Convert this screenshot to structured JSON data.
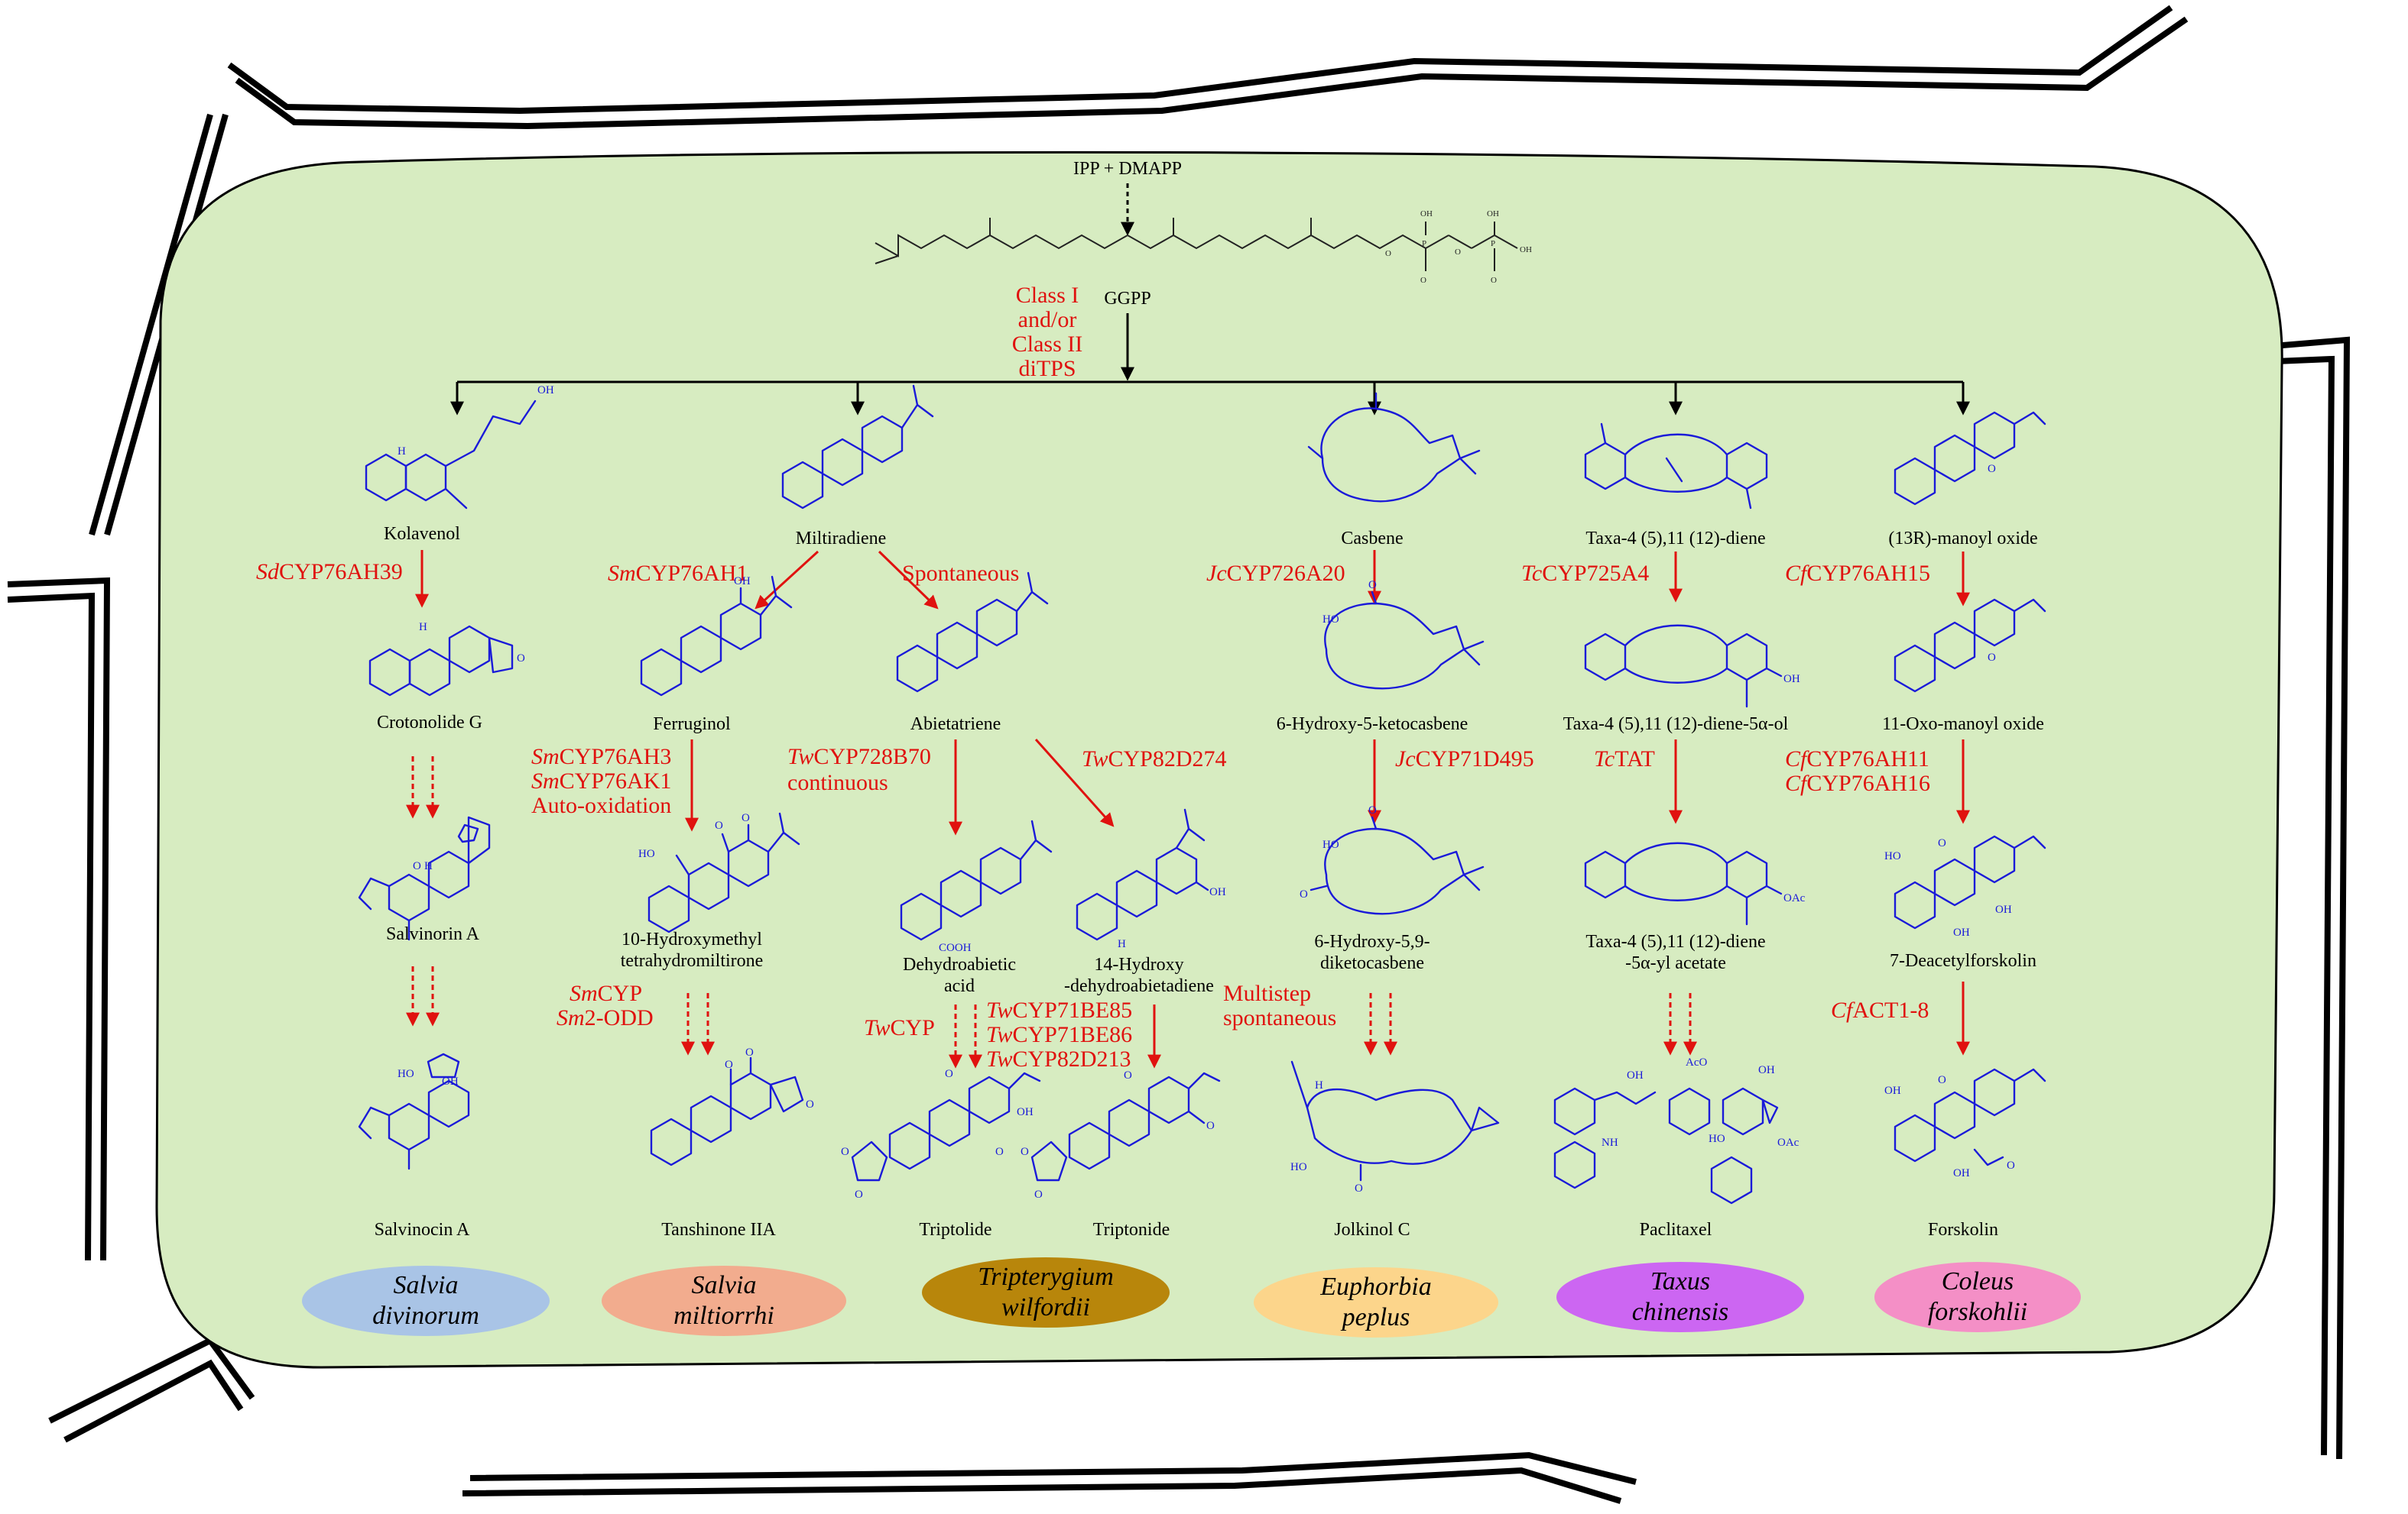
{
  "precursor": {
    "top_label": "IPP + DMAPP",
    "ggpp_label": "GGPP",
    "ggpp_atoms": [
      "O",
      "OH",
      "P",
      "O",
      "OH",
      "P",
      "OH",
      "O",
      "O"
    ],
    "enzyme_class": [
      "Class I",
      "and/or",
      "Class II",
      "diTPS"
    ]
  },
  "atoms": {
    "oh": "OH",
    "o": "O",
    "h": "H",
    "ho": "HO",
    "oac": "OAc",
    "aco": "AcO",
    "nh": "NH",
    "cooh": "COOH"
  },
  "species": [
    {
      "line1": "Salvia",
      "line2": "divinorum",
      "color": "#a9c4e6"
    },
    {
      "line1": "Salvia",
      "line2": "miltiorrhi",
      "color": "#f2ac8e"
    },
    {
      "line1": "Tripterygium",
      "line2": "wilfordii",
      "color": "#b8860b"
    },
    {
      "line1": "Euphorbia",
      "line2": "peplus",
      "color": "#fcd58b"
    },
    {
      "line1": "Taxus",
      "line2": "chinensis",
      "color": "#cc66f2"
    },
    {
      "line1": "Coleus",
      "line2": "forskohlii",
      "color": "#f48fc6"
    }
  ],
  "compounds": {
    "kolavenol": "Kolavenol",
    "crotonolide": "Crotonolide G",
    "salvinorin_a": "Salvinorin  A",
    "salvinocin_a": "Salvinocin A",
    "miltiradiene": "Miltiradiene",
    "ferruginol": "Ferruginol",
    "hydroxymethyl_1": "10-Hydroxymethyl",
    "hydroxymethyl_2": "tetrahydromiltirone",
    "tanshinone": "Tanshinone IIA",
    "abietatriene": "Abietatriene",
    "dehydroabietic_1": "Dehydroabietic",
    "dehydroabietic_2": "acid",
    "hydroxy_dehydro_1": "14-Hydroxy",
    "hydroxy_dehydro_2": "-dehydroabietadiene",
    "triptolide": "Triptolide",
    "triptonide": "Triptonide",
    "casbene": "Casbene",
    "hydroxy_ketocasbene": "6-Hydroxy-5-ketocasbene",
    "diketocasbene_1": "6-Hydroxy-5,9-",
    "diketocasbene_2": "diketocasbene",
    "jolkinol": "Jolkinol C",
    "taxadiene": "Taxa-4 (5),11 (12)-diene",
    "taxadienol": "Taxa-4 (5),11 (12)-diene-5α-ol",
    "taxadienyl_1": "Taxa-4 (5),11 (12)-diene",
    "taxadienyl_2": "-5α-yl acetate",
    "paclitaxel": "Paclitaxel",
    "manoyl_oxide": "(13R)-manoyl oxide",
    "oxo_manoyl": "11-Oxo-manoyl oxide",
    "deacetylforskolin": "7-Deacetylforskolin",
    "forskolin": "Forskolin"
  },
  "enzymes": {
    "sd76ah39_sp": "Sd",
    "sd76ah39_rest": "CYP76AH39",
    "sm76ah1_sp": "Sm",
    "sm76ah1_rest": "CYP76AH1",
    "spontaneous": "Spontaneous",
    "sm76ah3_sp": "Sm",
    "sm76ah3_rest": "CYP76AH3",
    "sm76ak1_sp": "Sm",
    "sm76ak1_rest": "CYP76AK1",
    "autoox": "Auto-oxidation",
    "smcyp_sp": "Sm",
    "smcyp_rest": "CYP",
    "sm2odd_sp": "Sm",
    "sm2odd_rest": "2-ODD",
    "tw728_sp": "Tw",
    "tw728_rest": "CYP728B70",
    "continuous": "continuous",
    "tw82d274_sp": "Tw",
    "tw82d274_rest": "CYP82D274",
    "twcyp_sp": "Tw",
    "twcyp_rest": "CYP",
    "tw71be85_sp": "Tw",
    "tw71be85_rest": "CYP71BE85",
    "tw71be86_sp": "Tw",
    "tw71be86_rest": "CYP71BE86",
    "tw82d213_sp": "Tw",
    "tw82d213_rest": "CYP82D213",
    "jc726_sp": "Jc",
    "jc726_rest": "CYP726A20",
    "jc71d_sp": "Jc",
    "jc71d_rest": "CYP71D495",
    "multistep": "Multistep",
    "spont2": "spontaneous",
    "tc725_sp": "Tc",
    "tc725_rest": "CYP725A4",
    "tctat_sp": "Tc",
    "tctat_rest": "TAT",
    "cf76ah15_sp": "Cf",
    "cf76ah15_rest": "CYP76AH15",
    "cf76ah11_sp": "Cf",
    "cf76ah11_rest": "CYP76AH11",
    "cf76ah16_sp": "Cf",
    "cf76ah16_rest": "CYP76AH16",
    "cfact_sp": "Cf",
    "cfact_rest": "ACT1-8"
  },
  "colors": {
    "cell_fill": "#d7ecc1",
    "cell_stroke": "#000000",
    "molecule": "#1a1ad9",
    "enzyme_text": "#e0120f",
    "enzyme_arrow": "#e0120f"
  }
}
